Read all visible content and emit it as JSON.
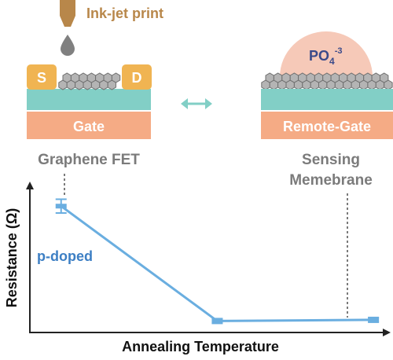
{
  "diagram": {
    "inkjet_label": "Ink-jet print",
    "source_label": "S",
    "drain_label": "D",
    "gate_label": "Gate",
    "fet_caption": "Graphene FET",
    "ion_base": "PO",
    "ion_sub": "4",
    "ion_sup": "-3",
    "remote_gate_label": "Remote-Gate",
    "sensing_caption_line1": "Sensing",
    "sensing_caption_line2": "Memebrane"
  },
  "chart_data": {
    "type": "line",
    "xlabel": "Annealing Temperature",
    "ylabel": "Resistance (Ω)",
    "annotation": "p-doped",
    "grid": false,
    "x_ticks_shown": false,
    "y_ticks_shown": false,
    "note": "relative values, axes unscaled",
    "series": [
      {
        "x": [
          0,
          1,
          2
        ],
        "y": [
          1.0,
          0.0,
          0.01
        ],
        "error": [
          0.06,
          0.02,
          0.015
        ]
      }
    ],
    "ylim": [
      -0.1,
      1.2
    ],
    "xlim": [
      -0.2,
      2.1
    ]
  },
  "colors": {
    "gold": "#b8874a",
    "electrode": "#f0b452",
    "teal": "#82cfc6",
    "salmon": "#f5ab85",
    "gray_text": "#7b7b7b",
    "blue": "#6aaee0",
    "blue_text": "#3d7fc4",
    "bubble": "#f6c9b8",
    "navy": "#3a4a8a"
  }
}
